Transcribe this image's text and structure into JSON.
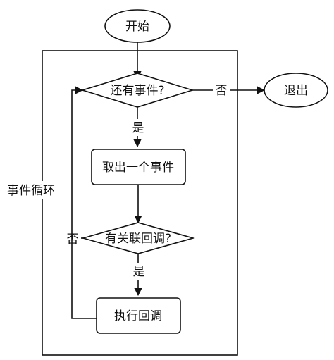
{
  "flowchart": {
    "nodes": {
      "start": "开始",
      "has_events": "还有事件?",
      "take_event": "取出一个事件",
      "has_callback": "有关联回调?",
      "run_callback": "执行回调",
      "exit": "退出"
    },
    "edges": {
      "has_events_no": "否",
      "has_events_yes": "是",
      "has_callback_no": "否",
      "has_callback_yes": "是"
    },
    "loop_label": "事件循环"
  }
}
